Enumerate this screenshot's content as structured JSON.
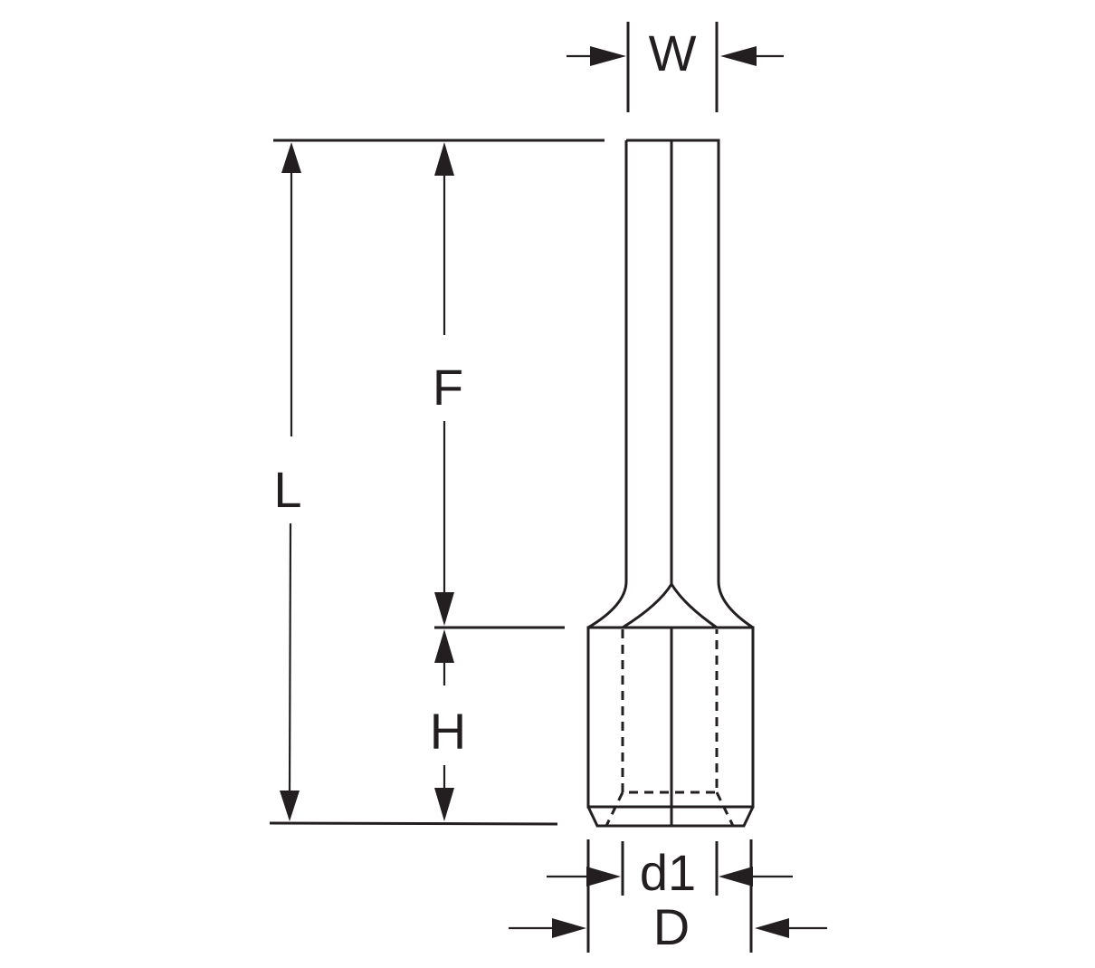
{
  "dimensions": {
    "width_label": "W",
    "length_label": "L",
    "pin_length_label": "F",
    "barrel_length_label": "H",
    "inner_diameter_label": "d1",
    "outer_diameter_label": "D"
  },
  "colors": {
    "line": "#231f20",
    "background": "#ffffff"
  }
}
